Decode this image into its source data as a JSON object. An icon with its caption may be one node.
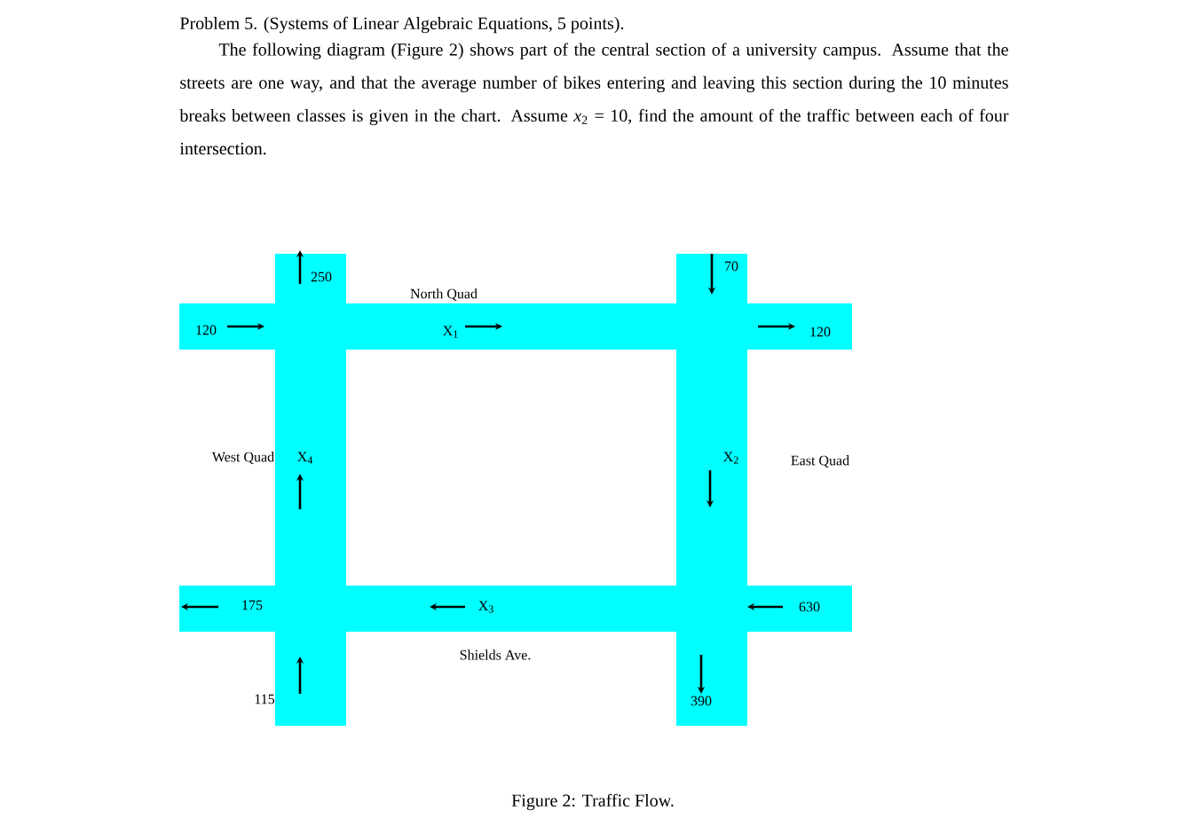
{
  "diagram": {
    "title": "Problem 5. (Systems of Linear Algebraic Equations, 5 points).",
    "caption": "Figure 2: Traffic Flow.",
    "labels": [
      "The following diagram (Figure 2) shows part of the central section of a university campus. Assume that the streets are one way, and that the average number of bikes entering and leaving this section during the 10 minutes breaks between classes is given in the chart. Assume *x*$_{2}$ = 10, find the amount of the traffic between each of four intersection.",
      "250",
      "70",
      "North Quad",
      "120",
      "X$_{1}$",
      "120",
      "West Quad",
      "X$_{4}$",
      "X$_{2}$",
      "East Quad",
      "175",
      "X$_{3}$",
      "630",
      "Shields Ave.",
      "115",
      "390"
    ]
  }
}
